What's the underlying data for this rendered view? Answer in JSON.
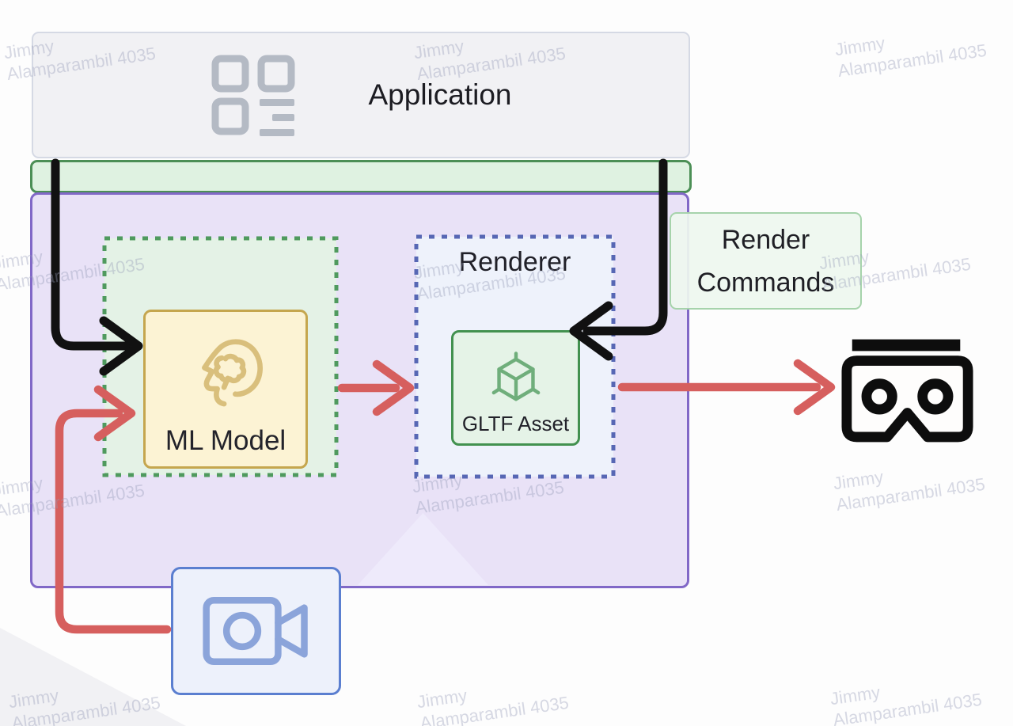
{
  "watermark": {
    "line1": "Jimmy",
    "line2": "Alamparambil 4035"
  },
  "nodes": {
    "application": "Application",
    "ml_model": "ML Model",
    "renderer": "Renderer",
    "gltf_asset": "GLTF Asset",
    "render_commands": "Render Commands"
  },
  "icons": {
    "application": "app-grid-icon",
    "ml_model": "brain-head-icon",
    "gltf_asset": "cube-3d-icon",
    "camera": "video-camera-icon",
    "output_device": "vr-headset-icon"
  },
  "arrows": [
    {
      "name": "app-to-ml-model",
      "color": "black"
    },
    {
      "name": "render-commands-to-gltf-asset",
      "color": "black"
    },
    {
      "name": "camera-to-ml-model",
      "color": "red"
    },
    {
      "name": "ml-model-to-renderer",
      "color": "red"
    },
    {
      "name": "renderer-to-vr-headset",
      "color": "red"
    }
  ],
  "colors": {
    "arrow_black": "#111111",
    "arrow_red": "#d65f5e",
    "app_box_bg": "#f1f1f4",
    "green_strip_bg": "#dff2e1",
    "green_strip_border": "#4c8f56",
    "purple_bg": "#e9e2f7",
    "purple_border": "#8168c7",
    "ml_area_bg": "#e4f2e6",
    "ml_area_border": "#4f9a5e",
    "ml_model_bg": "#fcf3d4",
    "ml_model_border": "#c5a64e",
    "renderer_bg": "#eef2fb",
    "renderer_border": "#5767b4",
    "gltf_bg": "#e5f3e7",
    "gltf_border": "#42914f",
    "render_commands_bg": "#eef8ef",
    "render_commands_border": "#a6d3ab",
    "camera_bg": "#edf1fb",
    "camera_border": "#5b7fd0"
  }
}
